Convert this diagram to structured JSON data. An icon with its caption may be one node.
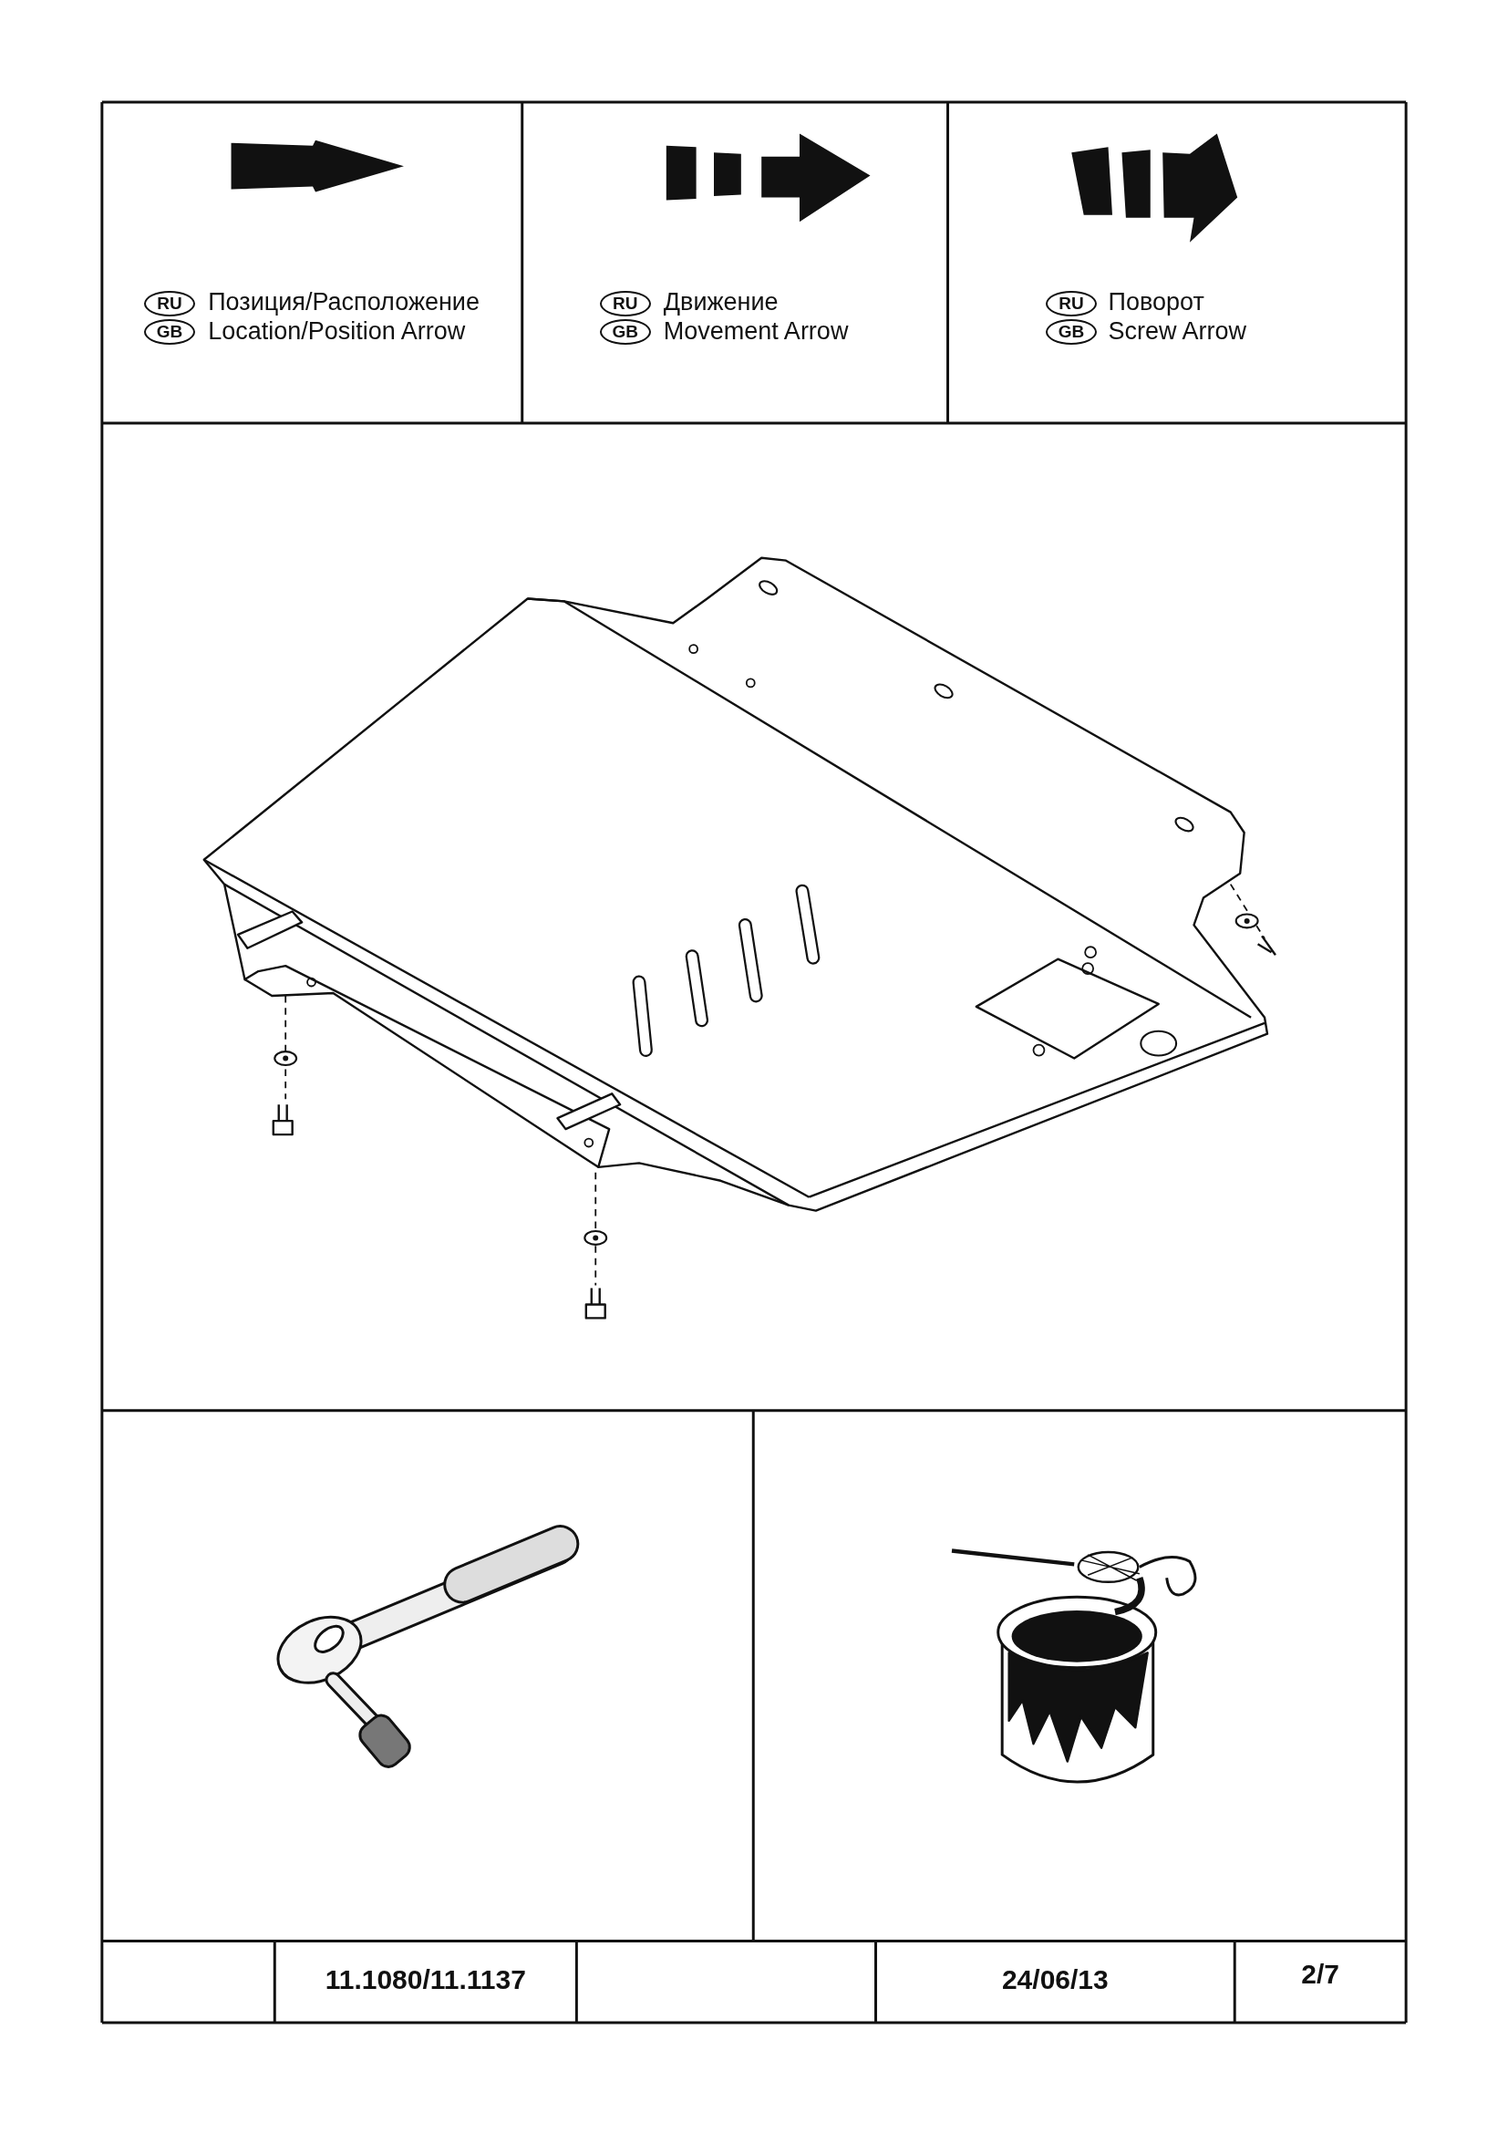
{
  "diagram": {
    "labels": [
      "RU",
      "GB",
      "RU",
      "GB",
      "RU",
      "GB",
      "11.1080/11.1137",
      "24/06/13",
      "2/7"
    ],
    "legend": [
      {
        "text": "Позиция/Расположение"
      },
      {
        "text": "Location/Position Arrow"
      },
      {
        "text": "Движение"
      },
      {
        "text": "Movement Arrow"
      },
      {
        "text": "Поворот"
      },
      {
        "text": "Screw Arrow"
      }
    ]
  }
}
